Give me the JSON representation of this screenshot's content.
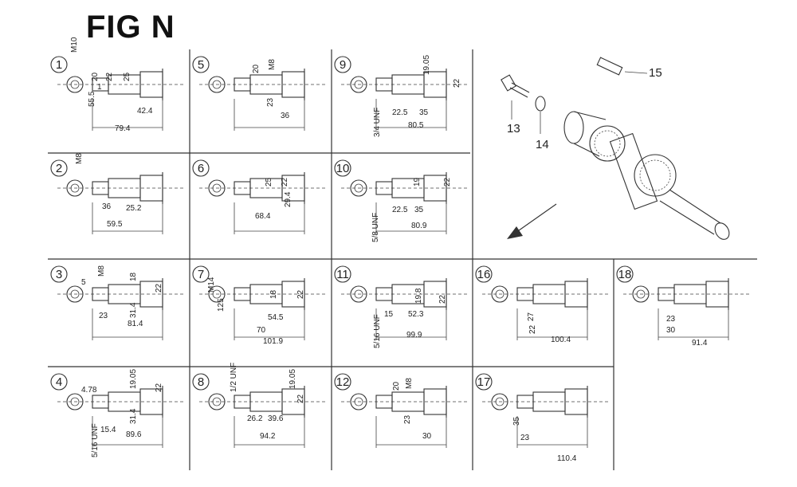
{
  "figure": {
    "title": "FIG N"
  },
  "callouts": [
    "13",
    "14",
    "15"
  ],
  "panels": [
    {
      "number": "1",
      "dims": [
        "M10",
        "20",
        "22",
        "25",
        "55.5",
        "1",
        "42.4",
        "79.4"
      ]
    },
    {
      "number": "2",
      "dims": [
        "M8",
        "36",
        "25.2",
        "59.5"
      ]
    },
    {
      "number": "3",
      "dims": [
        "5",
        "M8",
        "18",
        "22",
        "23",
        "31.4",
        "81.4"
      ]
    },
    {
      "number": "4",
      "dims": [
        "4.78",
        "19.05",
        "22",
        "5/16 UNF",
        "15.4",
        "31.4",
        "89.6"
      ]
    },
    {
      "number": "5",
      "dims": [
        "20",
        "M8",
        "23",
        "36"
      ]
    },
    {
      "number": "6",
      "dims": [
        "25",
        "22",
        "29.4",
        "68.4"
      ]
    },
    {
      "number": "7",
      "dims": [
        "M14",
        "125",
        "18",
        "22",
        "54.5",
        "70",
        "101.9"
      ]
    },
    {
      "number": "8",
      "dims": [
        "1/2 UNF",
        "19.05",
        "22",
        "26.2",
        "39.6",
        "94.2"
      ]
    },
    {
      "number": "9",
      "dims": [
        "19.05",
        "22",
        "3/4 UNF",
        "22.5",
        "35",
        "80.5"
      ]
    },
    {
      "number": "10",
      "dims": [
        "19",
        "22",
        "5/8 UNF",
        "22.5",
        "35",
        "80.9"
      ]
    },
    {
      "number": "11",
      "dims": [
        "5/16 UNF",
        "15",
        "52.3",
        "19.8",
        "22",
        "99.9"
      ]
    },
    {
      "number": "12",
      "dims": [
        "20",
        "M8",
        "23",
        "30"
      ]
    },
    {
      "number": "16",
      "dims": [
        "27",
        "22",
        "100.4"
      ]
    },
    {
      "number": "17",
      "dims": [
        "35",
        "23",
        "110.4"
      ]
    },
    {
      "number": "18",
      "dims": [
        "23",
        "30",
        "91.4"
      ]
    }
  ]
}
